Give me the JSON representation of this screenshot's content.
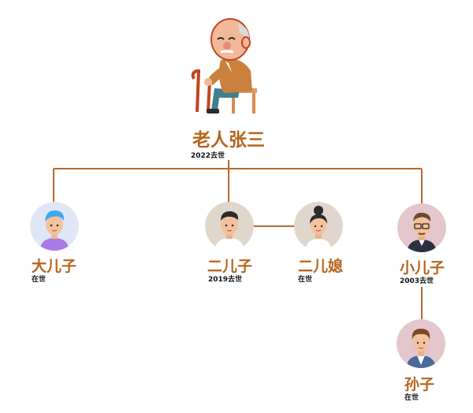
{
  "colors": {
    "line": "#b86a2c",
    "name": "#b5651d",
    "status": "#111111"
  },
  "root": {
    "name": "老人张三",
    "status": "2022去世",
    "icon": "elderly-man-illustration"
  },
  "members": [
    {
      "id": "eldest-son",
      "name": "大儿子",
      "status": "在世",
      "icon": "blue-hair-man-avatar"
    },
    {
      "id": "second-son",
      "name": "二儿子",
      "status": "2019去世",
      "icon": "dark-hair-man-avatar"
    },
    {
      "id": "second-daughter-in-law",
      "name": "二儿媳",
      "status": "在世",
      "icon": "woman-bun-avatar"
    },
    {
      "id": "youngest-son",
      "name": "小儿子",
      "status": "2003去世",
      "icon": "glasses-man-avatar"
    },
    {
      "id": "grandson",
      "name": "孙子",
      "status": "在世",
      "icon": "curly-hair-boy-avatar"
    }
  ]
}
